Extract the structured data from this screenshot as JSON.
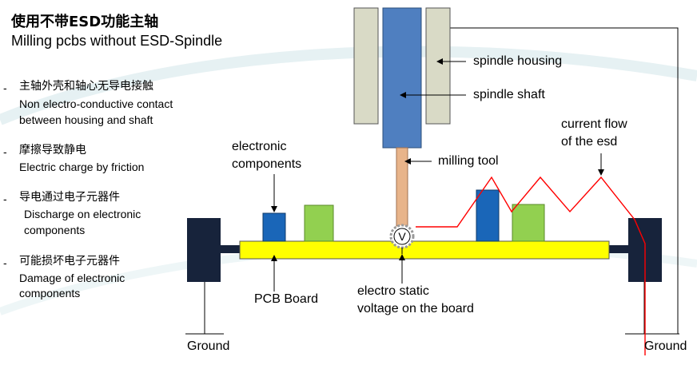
{
  "title": {
    "chinese": "使用不带ESD功能主轴",
    "english": "Milling pcbs without ESD-Spindle"
  },
  "bullets": [
    {
      "marker": "-",
      "chinese": "主轴外壳和轴心无导电接触",
      "english_line1": "Non electro-conductive contact",
      "english_line2": "between housing and shaft"
    },
    {
      "marker": "-",
      "chinese": "摩擦导致静电",
      "english_line1": "Electric charge by friction",
      "english_line2": ""
    },
    {
      "marker": "-",
      "chinese": "导电通过电子元器件",
      "english_line1": "Discharge on electronic",
      "english_line2": "components"
    },
    {
      "marker": "-",
      "chinese": "可能损坏电子元器件",
      "english_line1": "Damage of electronic",
      "english_line2": "components"
    }
  ],
  "labels": {
    "spindle_housing": "spindle housing",
    "spindle_shaft": "spindle shaft",
    "current_flow_line1": "current flow",
    "current_flow_line2": "of the esd",
    "milling_tool": "milling tool",
    "electronic_components_line1": "electronic",
    "electronic_components_line2": "components",
    "pcb_board": "PCB Board",
    "electro_static_line1": "electro static",
    "electro_static_line2": "voltage on the board",
    "ground_left": "Ground",
    "ground_right": "Ground",
    "voltmeter_symbol": "V"
  },
  "colors": {
    "housing": "#d9dac6",
    "shaft": "#4f7fc0",
    "tool": "#e8b48a",
    "board": "#ffff00",
    "clamp": "#17233b",
    "blue_component": "#1a66b8",
    "green_component": "#92d050",
    "esd_path": "#ff0000"
  }
}
